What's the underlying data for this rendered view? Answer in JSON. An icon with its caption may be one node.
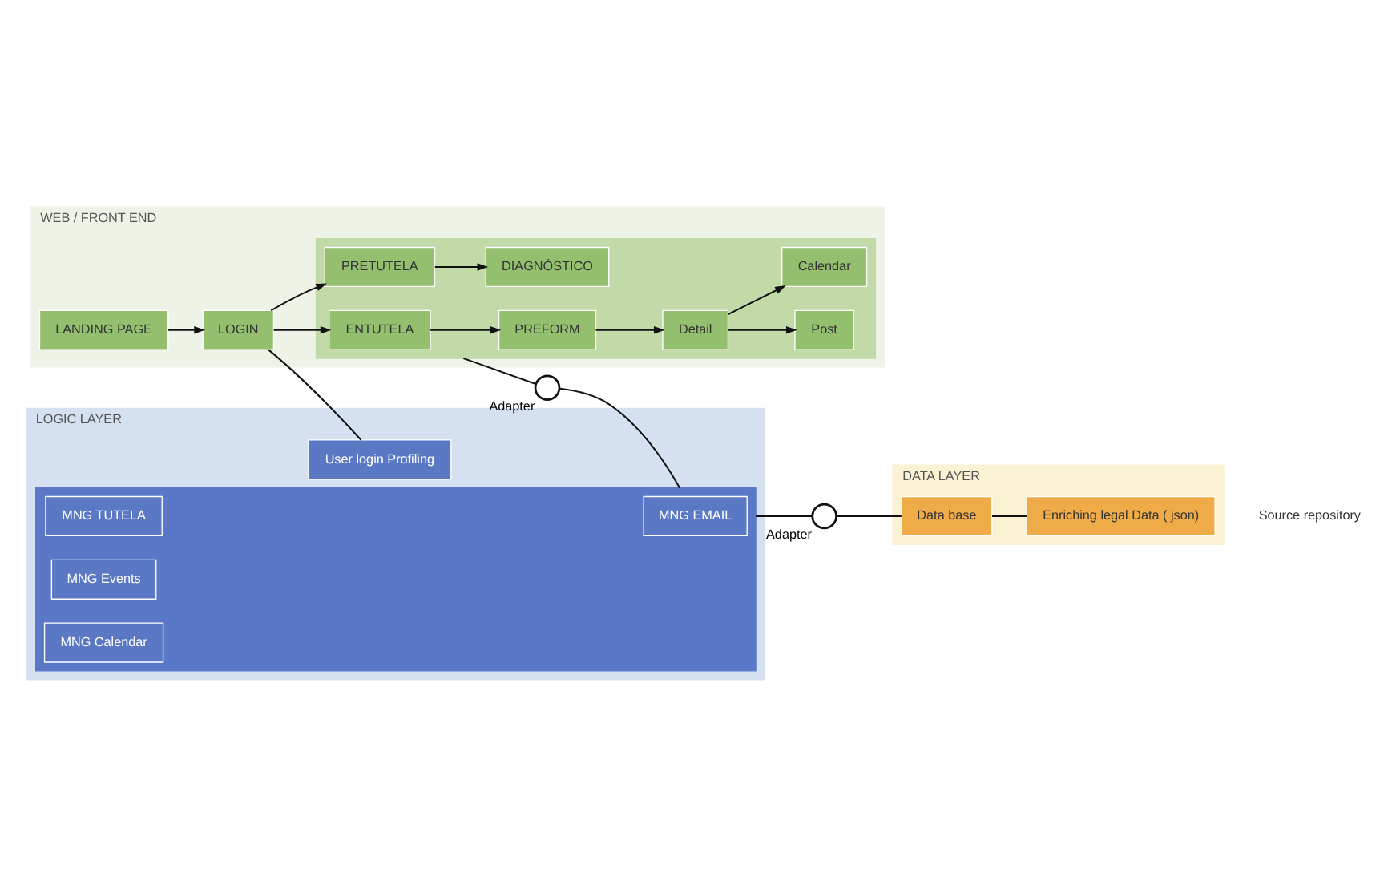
{
  "diagram": {
    "nodes": [
      {
        "text": [
          "WEB / FRONT END"
        ]
      },
      {
        "text": [
          "LANDING PAGE"
        ],
        "in": 0
      },
      {
        "text": [
          "LOGIN"
        ],
        "in": 0
      },
      {
        "text": [],
        "shape": "box",
        "in": 0
      },
      {
        "text": [
          "ENTUTELA"
        ],
        "in": 3
      },
      {
        "text": [
          "PREFORM"
        ],
        "in": 3
      },
      {
        "text": [
          "Detail"
        ],
        "in": 3
      },
      {
        "text": [
          "Post"
        ],
        "in": 3
      },
      {
        "text": [
          "PRETUTELA"
        ],
        "in": 3
      },
      {
        "text": [
          "DIAGNÓSTICO"
        ],
        "in": 3
      },
      {
        "text": [],
        "shape": "circle",
        "beside": [
          "Adapter"
        ]
      },
      {
        "text": [
          "LOGIC LAYER"
        ]
      },
      {
        "text": [
          "User login Profiling"
        ],
        "in": 11
      },
      {
        "text": [],
        "shape": "box",
        "in": 11
      },
      {
        "text": [
          "MNG EMAIL"
        ],
        "in": 13
      },
      {
        "text": [
          "MNG TUTELA"
        ],
        "in": 13
      },
      {
        "text": [
          "MNG Events"
        ],
        "in": 13
      },
      {
        "text": [
          "MNG Calendar"
        ],
        "in": 13
      },
      {
        "text": [],
        "shape": "circle",
        "beside": [
          "Adapter"
        ]
      },
      {
        "text": [
          "DATA LAYER"
        ]
      },
      {
        "text": [
          "Data base"
        ],
        "in": 19
      },
      {
        "text": [
          "Enriching legal Data ( json)"
        ],
        "in": 19
      },
      {
        "text": [
          "Calendar"
        ],
        "in": 3
      }
    ],
    "edges": [
      {
        "from": 1,
        "to": 2,
        "arrow": "to"
      },
      {
        "from": 2,
        "to": 4,
        "arrow": "to"
      },
      {
        "from": 2,
        "to": 8,
        "arrow": "to"
      },
      {
        "from": 4,
        "to": 5,
        "arrow": "to"
      },
      {
        "from": 5,
        "to": 6,
        "arrow": "to"
      },
      {
        "from": 6,
        "to": 7,
        "arrow": "to"
      },
      {
        "from": 6,
        "to": 22,
        "arrow": "to"
      },
      {
        "from": 8,
        "to": 9,
        "arrow": "to"
      },
      {
        "from": 2,
        "to": 12,
        "arrow": "none"
      },
      {
        "from": 3,
        "to": 10,
        "arrow": "none"
      },
      {
        "from": 10,
        "to": 13,
        "arrow": "none"
      },
      {
        "from": 13,
        "to": 18,
        "arrow": "none"
      },
      {
        "from": 18,
        "to": 20,
        "arrow": "none"
      },
      {
        "from": 20,
        "to": 21,
        "arrow": "none"
      }
    ],
    "labels": [
      "Source repository"
    ]
  }
}
